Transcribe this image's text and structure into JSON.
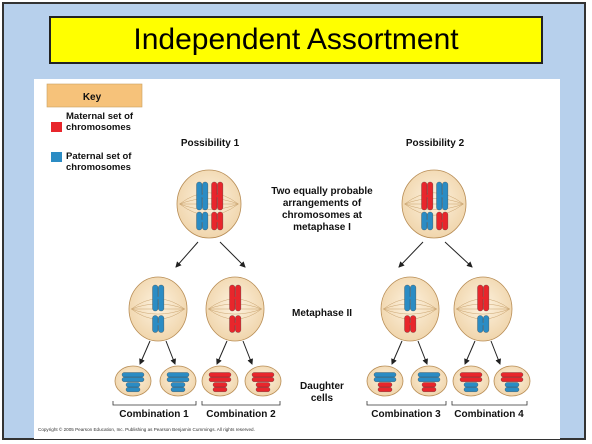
{
  "slide": {
    "title": "Independent Assortment",
    "colors": {
      "background": "#b7d0ec",
      "title_box": "#ffff00",
      "maternal": "#e8262c",
      "paternal": "#2b8cc4",
      "key_box": "#f6c27a",
      "cell": "#f9e7c9"
    }
  },
  "key": {
    "title": "Key",
    "maternal": [
      "Maternal set of",
      "chromosomes"
    ],
    "paternal": [
      "Paternal set of",
      "chromosomes"
    ]
  },
  "labels": {
    "possibility1": "Possibility 1",
    "possibility2": "Possibility 2",
    "center_note": [
      "Two equally probable",
      "arrangements of",
      "chromosomes at",
      "metaphase I"
    ],
    "metaphase2": "Metaphase II",
    "daughter": [
      "Daughter",
      "cells"
    ]
  },
  "combinations": [
    "Combination 1",
    "Combination 2",
    "Combination 3",
    "Combination 4"
  ],
  "copyright": "Copyright © 2005 Pearson Education, Inc. Publishing as Pearson Benjamin Cummings. All rights reserved."
}
